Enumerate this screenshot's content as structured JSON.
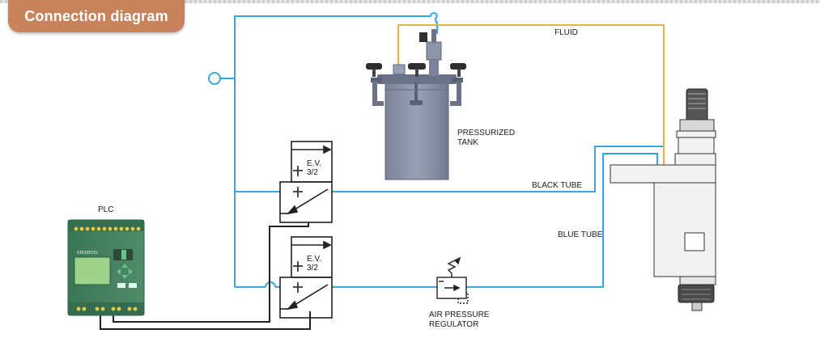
{
  "title": "Connection diagram",
  "labels": {
    "fluid": "FLUID",
    "pressurized_tank_line1": "PRESSURIZED",
    "pressurized_tank_line2": "TANK",
    "black_tube": "BLACK TUBE",
    "blue_tube": "BLUE TUBE",
    "plc": "PLC",
    "plc_brand": "SIEMENS",
    "valve1_line1": "E.V.",
    "valve1_line2": "3/2",
    "valve2_line1": "E.V.",
    "valve2_line2": "3/2",
    "regulator_line1": "AIR PRESSURE",
    "regulator_line2": "REGULATOR"
  },
  "colors": {
    "title_tab": "#c8835c",
    "air_line": "#3aa6de",
    "fluid_line": "#f0b040",
    "signal_line": "#222222",
    "tank": "#8d93a8",
    "plc_body": "#3f7a5a",
    "gun_body": "#f2f2f2"
  }
}
